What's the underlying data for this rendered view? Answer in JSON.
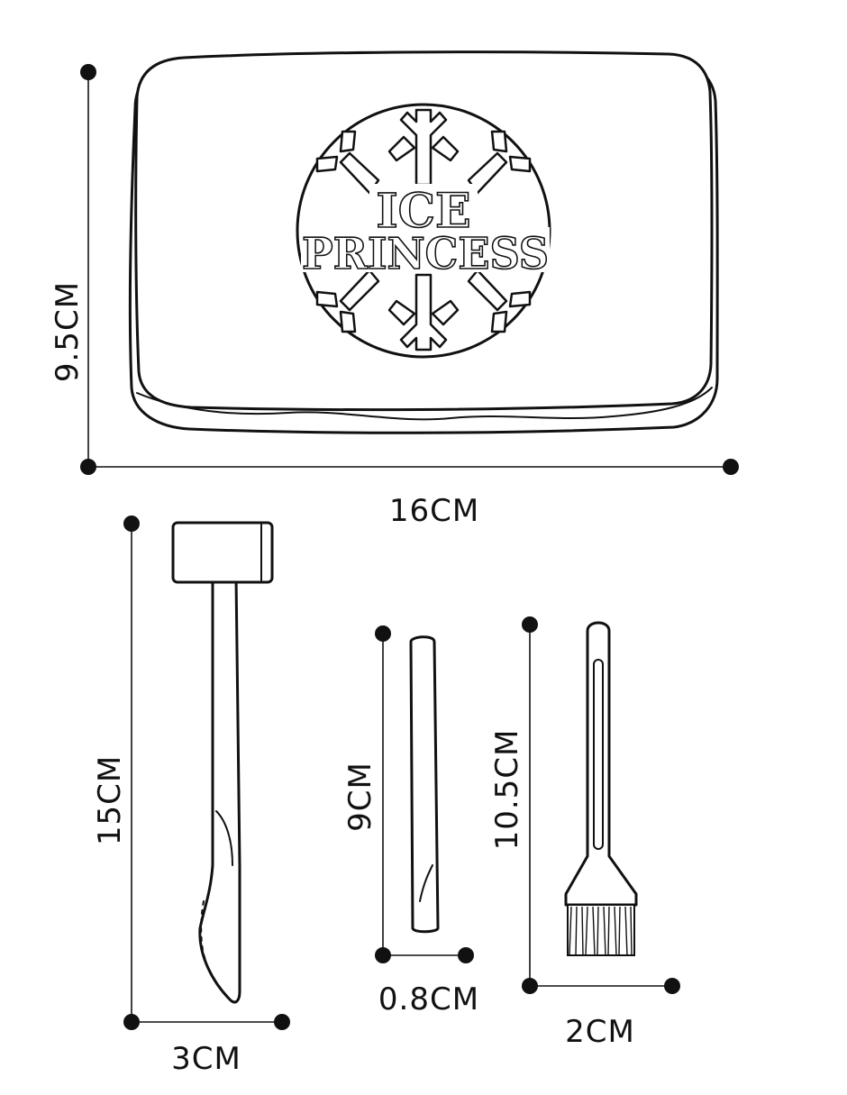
{
  "ice_block": {
    "logo_line1": "ICE",
    "logo_line2": "PRINCESS",
    "height_label": "9.5CM",
    "width_label": "16CM"
  },
  "hammer": {
    "height_label": "15CM",
    "width_label": "3CM"
  },
  "chisel": {
    "height_label": "9CM",
    "width_label": "0.8CM"
  },
  "brush": {
    "height_label": "10.5CM",
    "width_label": "2CM"
  }
}
